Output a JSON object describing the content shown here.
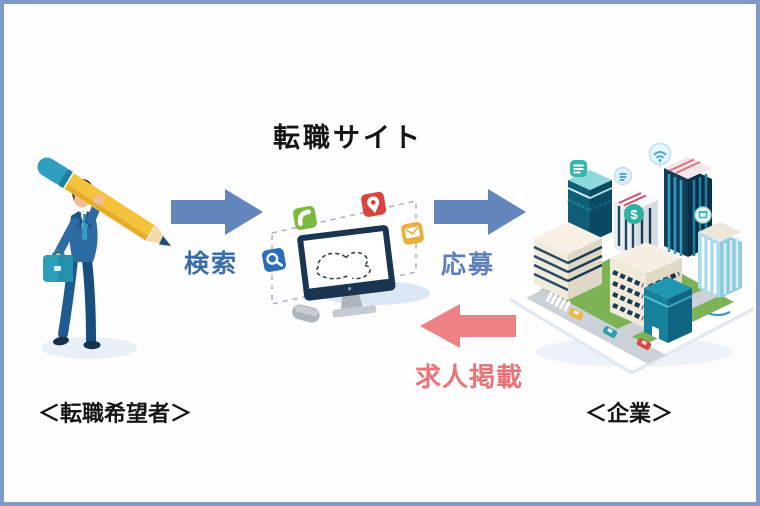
{
  "frame": {
    "border_color": "#7E9ACB",
    "background": "#FDFDFE"
  },
  "title": "転職サイト",
  "actors": {
    "seeker": {
      "caption": "＜転職希望者＞",
      "illustration": "businessman-carrying-pencil-and-briefcase"
    },
    "company": {
      "caption": "＜企業＞",
      "illustration": "isometric-city-on-tablet"
    }
  },
  "site": {
    "illustration": "desktop-monitor-with-app-icons",
    "screen_motif": "handshake-dashed-outline",
    "app_icons": [
      "phone-icon",
      "search-icon",
      "map-pin-icon",
      "mail-icon"
    ]
  },
  "flows": [
    {
      "id": "search",
      "label": "検索",
      "direction": "right",
      "arrow_color": "#6386BD",
      "label_color": "#3A6EA9"
    },
    {
      "id": "apply",
      "label": "応募",
      "direction": "right",
      "arrow_color": "#6386BD",
      "label_color": "#6080BA"
    },
    {
      "id": "post",
      "label": "求人掲載",
      "direction": "left",
      "arrow_color": "#EE8186",
      "label_color": "#E8747A"
    }
  ],
  "city_badges": {
    "dollar_glyph": "$",
    "icons": [
      "wifi-icon",
      "dollar-icon",
      "chat-icon",
      "building-icon"
    ]
  }
}
